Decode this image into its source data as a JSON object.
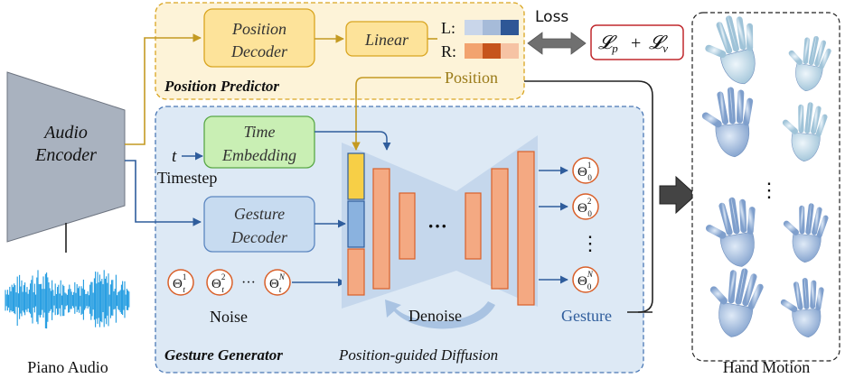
{
  "audio_encoder": {
    "line1": "Audio",
    "line2": "Encoder"
  },
  "piano_audio_label": "Piano Audio",
  "position_predictor": {
    "title": "Position Predictor",
    "decoder_line1": "Position",
    "decoder_line2": "Decoder",
    "linear": "Linear",
    "left_label": "L:",
    "right_label": "R:",
    "output_label": "Position"
  },
  "loss": {
    "label": "Loss",
    "formula_base": "𝓛",
    "sub_p": "p",
    "plus": "+",
    "sub_v": "v"
  },
  "gesture_generator": {
    "title": "Gesture Generator",
    "time_line1": "Time",
    "time_line2": "Embedding",
    "t_symbol": "t",
    "timestep": "Timestep",
    "decoder_line1": "Gesture",
    "decoder_line2": "Decoder",
    "noise_label": "Noise",
    "noise_ellipsis": "···",
    "theta": "Θ",
    "sub_t": "t",
    "sup_1": "1",
    "sup_2": "2",
    "sup_N": "N",
    "ellipsis_mid": "···",
    "denoise": "Denoise",
    "diffusion_caption": "Position-guided Diffusion",
    "sub_0": "0",
    "vdots": "⋮",
    "gesture_label": "Gesture"
  },
  "hand_motion": {
    "label": "Hand Motion",
    "vdots": "⋮"
  },
  "colors": {
    "predictor_fill": "#fdf3d8",
    "predictor_stroke": "#d9a520",
    "generator_fill": "#dde9f5",
    "generator_stroke": "#4a78b5",
    "orange_fill": "#f4a982",
    "orange_stroke": "#d9602a",
    "green_fill": "#c9efb4",
    "blue_arrow": "#2f5d9c",
    "gold_arrow": "#c49a22"
  }
}
